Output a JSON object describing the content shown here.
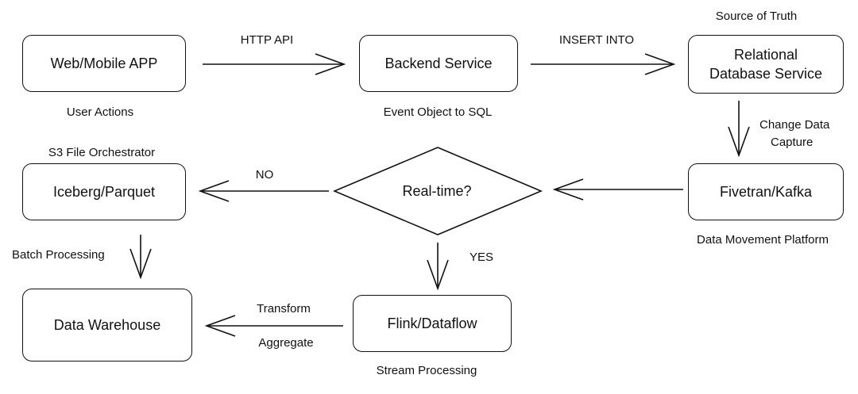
{
  "nodes": {
    "app": "Web/Mobile APP",
    "backend": "Backend Service",
    "rds_line1": "Relational",
    "rds_line2": "Database Service",
    "fivetran": "Fivetran/Kafka",
    "decision": "Real-time?",
    "iceberg": "Iceberg/Parquet",
    "warehouse": "Data Warehouse",
    "flink": "Flink/Dataflow"
  },
  "captions": {
    "user_actions": "User Actions",
    "event_to_sql": "Event Object to SQL",
    "source_of_truth": "Source of Truth",
    "data_movement": "Data Movement Platform",
    "s3_orchestrator": "S3 File Orchestrator",
    "stream_processing": "Stream Processing"
  },
  "edges": {
    "http_api": "HTTP API",
    "insert_into": "INSERT INTO",
    "cdc_line1": "Change Data",
    "cdc_line2": "Capture",
    "no": "NO",
    "yes": "YES",
    "batch": "Batch Processing",
    "transform": "Transform",
    "aggregate": "Aggregate"
  }
}
